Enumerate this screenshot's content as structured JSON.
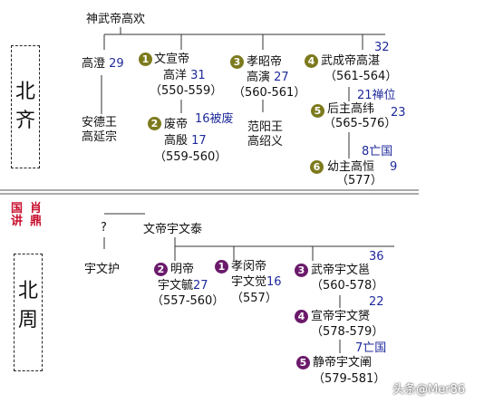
{
  "qi": {
    "dynasty": [
      "北",
      "齐"
    ],
    "root": "神武帝高欢",
    "gaocheng": {
      "name": "高澄",
      "num": "29"
    },
    "andewang": [
      "安德王",
      "高延宗"
    ],
    "wenxuan": {
      "badge": "1",
      "title": "文宣帝",
      "name": "高洋",
      "num": "31",
      "years": "（550-559）"
    },
    "fei": {
      "badge": "2",
      "title": "废帝",
      "note": "16被废",
      "name": "高殷",
      "num": "17",
      "years": "（559-560）"
    },
    "xiaozhao": {
      "badge": "3",
      "title": "孝昭帝",
      "name": "高演",
      "num": "27",
      "years": "（560-561）"
    },
    "fanyang": [
      "范阳王",
      "高绍义"
    ],
    "wucheng": {
      "badge": "4",
      "num_top": "32",
      "title": "武成帝高湛",
      "years": "（561-564）"
    },
    "houzhu": {
      "badge": "5",
      "note": "21禅位",
      "title": "后主高纬",
      "num": "23",
      "years": "（565-576）"
    },
    "youzhu": {
      "badge": "6",
      "note": "8亡国",
      "title": "幼主高恒",
      "num": "9",
      "years": "（577）"
    }
  },
  "zhou": {
    "dynasty": [
      "北",
      "周"
    ],
    "seal": [
      "肖",
      "国",
      "鼎",
      "讲"
    ],
    "unknown": "?",
    "root": "文帝宇文泰",
    "yuwenhu": "宇文护",
    "ming": {
      "badge": "2",
      "title": "明帝",
      "name": "宇文毓",
      "num": "27",
      "years": "（557-560）"
    },
    "xiaomin": {
      "badge": "1",
      "title": "孝闵帝",
      "name": "宇文觉",
      "num": "16",
      "years": "（557）"
    },
    "wu": {
      "badge": "3",
      "num_top": "36",
      "title": "武帝宇文邕",
      "years": "（560-578）"
    },
    "xuan": {
      "badge": "4",
      "num_top": "22",
      "title": "宣帝宇文赟",
      "years": "（578-579）"
    },
    "jing": {
      "badge": "5",
      "note": "7亡国",
      "title": "静帝宇文阐",
      "years": "（579-581）"
    }
  },
  "watermark": "头条@Mer86",
  "colors": {
    "number": "#1f2a9b",
    "olive": "#7d7a1e",
    "purple": "#6b1a6b",
    "seal": "#c8102e"
  }
}
